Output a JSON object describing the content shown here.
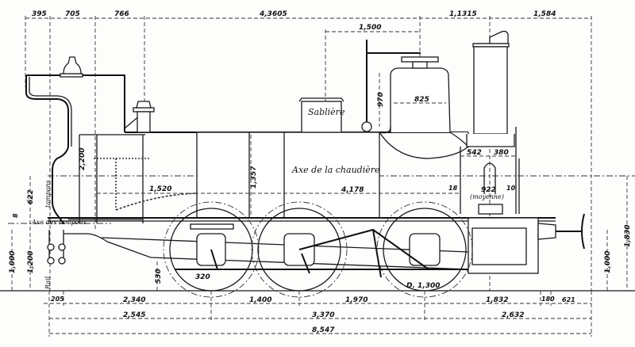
{
  "drawing": {
    "labels": {
      "sandbox": "Sablière",
      "boiler_axis": "Axe de la chaudière",
      "buffer_axis": "Axe des tampons",
      "buffers": "tampons",
      "rail": "Rail",
      "average": "(moyenne)"
    },
    "top_dimensions": [
      "395",
      "705",
      "766",
      "4,3605",
      "1,1315",
      "1,584"
    ],
    "dome_offset": "1,500",
    "inner_dimensions": {
      "dome_height": "970",
      "dome_width": "825",
      "cab_height": "2,200",
      "firebox_length": "1,520",
      "tank_height": "1,357",
      "tube_length": "4,178",
      "smokebox_left": "542",
      "smokebox_right": "380",
      "plate_left": "18",
      "smokebox_diameter": "922",
      "plate_right": "10",
      "frame_clearance": "530",
      "crank": "320",
      "wheel_diameter": "D. 1,300"
    },
    "left_dimensions": [
      "622",
      "8",
      "1,000",
      "1,200"
    ],
    "right_dimensions": [
      "1,000",
      "1,830"
    ],
    "bottom_row1": [
      "205",
      "2,340",
      "1,400",
      "1,970",
      "1,832",
      "180",
      "621"
    ],
    "bottom_row2": [
      "2,545",
      "3,370",
      "2,632"
    ],
    "bottom_row3": "8,547"
  }
}
